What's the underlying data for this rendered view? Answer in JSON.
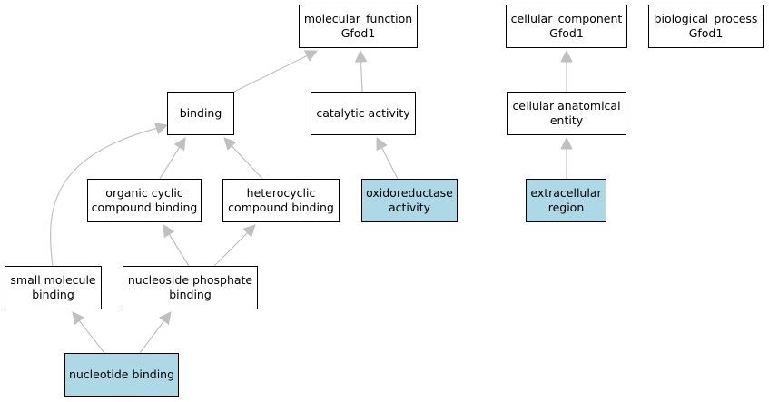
{
  "colors": {
    "node_fill": "#ffffff",
    "highlight_fill": "#add8e6",
    "node_border": "#000000",
    "edge": "#c0c0c0",
    "text": "#000000"
  },
  "nodes": {
    "molecular_function": {
      "label": "molecular_function\nGfod1",
      "highlight": false
    },
    "cellular_component": {
      "label": "cellular_component\nGfod1",
      "highlight": false
    },
    "biological_process": {
      "label": "biological_process\nGfod1",
      "highlight": false
    },
    "binding": {
      "label": "binding",
      "highlight": false
    },
    "catalytic_activity": {
      "label": "catalytic activity",
      "highlight": false
    },
    "cellular_anatomical_entity": {
      "label": "cellular anatomical\nentity",
      "highlight": false
    },
    "organic_cyclic_compound_binding": {
      "label": "organic cyclic\ncompound binding",
      "highlight": false
    },
    "heterocyclic_compound_binding": {
      "label": "heterocyclic\ncompound binding",
      "highlight": false
    },
    "oxidoreductase_activity": {
      "label": "oxidoreductase\nactivity",
      "highlight": true
    },
    "extracellular_region": {
      "label": "extracellular\nregion",
      "highlight": true
    },
    "small_molecule_binding": {
      "label": "small molecule\nbinding",
      "highlight": false
    },
    "nucleoside_phosphate_binding": {
      "label": "nucleoside phosphate\nbinding",
      "highlight": false
    },
    "nucleotide_binding": {
      "label": "nucleotide binding",
      "highlight": true
    }
  },
  "edges": [
    {
      "from": "binding",
      "to": "molecular_function"
    },
    {
      "from": "catalytic_activity",
      "to": "molecular_function"
    },
    {
      "from": "cellular_anatomical_entity",
      "to": "cellular_component"
    },
    {
      "from": "organic_cyclic_compound_binding",
      "to": "binding"
    },
    {
      "from": "heterocyclic_compound_binding",
      "to": "binding"
    },
    {
      "from": "small_molecule_binding",
      "to": "binding"
    },
    {
      "from": "oxidoreductase_activity",
      "to": "catalytic_activity"
    },
    {
      "from": "extracellular_region",
      "to": "cellular_anatomical_entity"
    },
    {
      "from": "nucleoside_phosphate_binding",
      "to": "organic_cyclic_compound_binding"
    },
    {
      "from": "nucleoside_phosphate_binding",
      "to": "heterocyclic_compound_binding"
    },
    {
      "from": "nucleotide_binding",
      "to": "small_molecule_binding"
    },
    {
      "from": "nucleotide_binding",
      "to": "nucleoside_phosphate_binding"
    }
  ]
}
